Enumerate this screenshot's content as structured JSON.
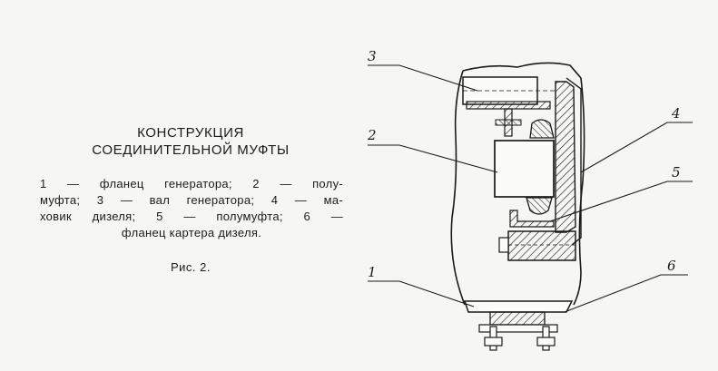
{
  "title": {
    "line1": "КОНСТРУКЦИЯ",
    "line2": "СОЕДИНИТЕЛЬНОЙ МУФТЫ"
  },
  "caption": {
    "line1": "1 — фланец генератора; 2 — полу-",
    "line2": "муфта; 3 — вал генератора; 4 — ма-",
    "line3": "ховик дизеля; 5 — полумуфта; 6 —",
    "line4": "фланец картера дизеля."
  },
  "figure_label": "Рис. 2.",
  "callouts": [
    "3",
    "2",
    "4",
    "5",
    "1",
    "6"
  ]
}
